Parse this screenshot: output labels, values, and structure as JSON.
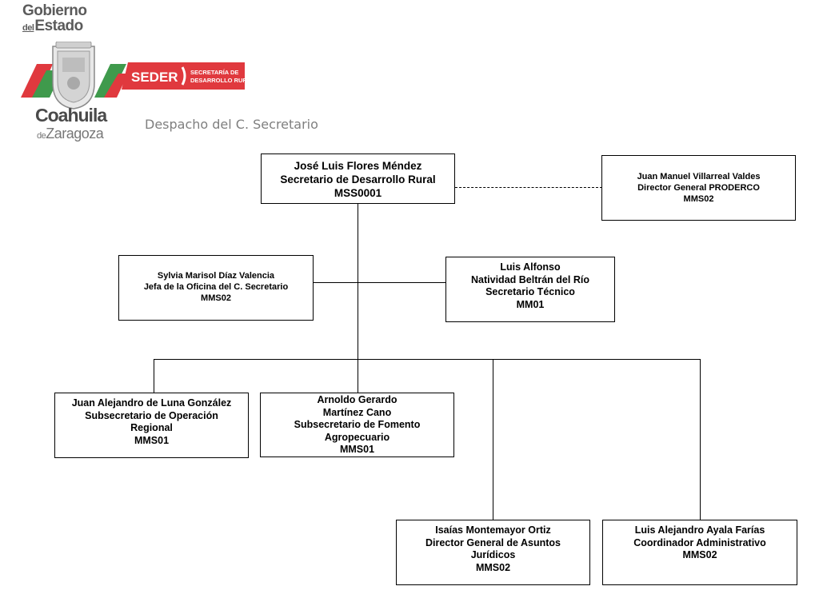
{
  "header": {
    "gobierno": "Gobierno",
    "del": "del",
    "estado": "Estado",
    "coahuila": "Coahuila",
    "de": "de",
    "zaragoza": "Zaragoza",
    "seder": "SEDER",
    "seder_sub1": "SECRETARÍA DE",
    "seder_sub2": "DESARROLLO RURAL",
    "page_title": "Despacho del C. Secretario",
    "colors": {
      "red": "#e0393e",
      "green": "#3f9a4c",
      "gray": "#5b5b5b"
    }
  },
  "org": {
    "secretario": [
      "José Luis Flores Méndez",
      "Secretario de Desarrollo Rural",
      "MSS0001"
    ],
    "proderco": [
      "Juan Manuel Villarreal Valdes",
      "Director General PRODERCO",
      "MMS02"
    ],
    "jefa_oficina": [
      "Sylvia Marisol Díaz Valencia",
      "Jefa de la Oficina del C. Secretario",
      "MMS02"
    ],
    "secretario_tecnico": [
      "Luis Alfonso",
      "Natividad Beltrán del Río",
      "Secretario Técnico",
      "MM01"
    ],
    "sub_operacion": [
      "Juan Alejandro de Luna González",
      "Subsecretario de Operación",
      "Regional",
      "MMS01"
    ],
    "sub_fomento": [
      "Arnoldo Gerardo",
      "Martínez Cano",
      "Subsecretario de Fomento",
      "Agropecuario",
      "MMS01"
    ],
    "asuntos_juridicos": [
      "Isaías Montemayor Ortiz",
      "Director General de Asuntos",
      "Jurídicos",
      "MMS02"
    ],
    "coord_admin": [
      "Luis Alejandro Ayala Farías",
      "Coordinador Administrativo",
      "MMS02"
    ]
  }
}
